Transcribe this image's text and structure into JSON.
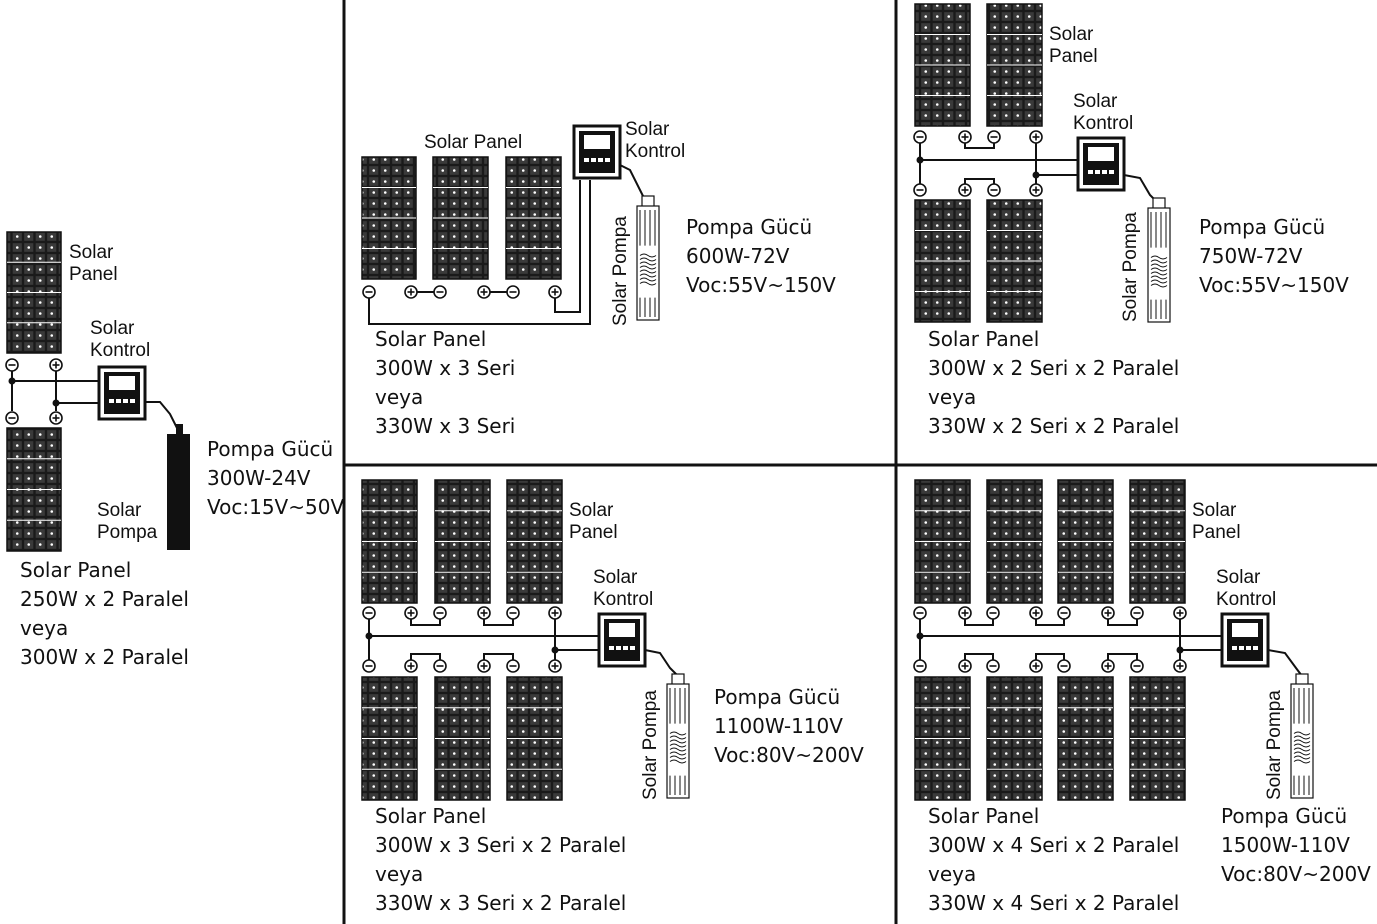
{
  "configs": [
    {
      "id": "c1",
      "panel_label": [
        "Solar",
        "Panel"
      ],
      "control_label": [
        "Solar",
        "Kontrol"
      ],
      "pump_label": [
        "Solar",
        "Pompa"
      ],
      "spec_title": "Pompa Gücü",
      "spec_power": "300W-24V",
      "spec_voc": "Voc:15V~50V",
      "caption": [
        "Solar Panel",
        "250W x 2 Paralel",
        "veya",
        "300W x 2 Paralel"
      ]
    },
    {
      "id": "c2",
      "panel_label": [
        "Solar Panel"
      ],
      "control_label": [
        "Solar",
        "Kontrol"
      ],
      "pump_label": [
        "Solar Pompa"
      ],
      "spec_title": "Pompa Gücü",
      "spec_power": "600W-72V",
      "spec_voc": "Voc:55V~150V",
      "caption": [
        "Solar Panel",
        "300W x 3 Seri",
        "veya",
        "330W x 3 Seri"
      ]
    },
    {
      "id": "c3",
      "panel_label": [
        "Solar",
        "Panel"
      ],
      "control_label": [
        "Solar",
        "Kontrol"
      ],
      "pump_label": [
        "Solar Pompa"
      ],
      "spec_title": "Pompa Gücü",
      "spec_power": "750W-72V",
      "spec_voc": "Voc:55V~150V",
      "caption": [
        "Solar Panel",
        "300W x 2 Seri x 2 Paralel",
        "veya",
        "330W x 2 Seri x 2 Paralel"
      ]
    },
    {
      "id": "c4",
      "panel_label": [
        "Solar",
        "Panel"
      ],
      "control_label": [
        "Solar",
        "Kontrol"
      ],
      "pump_label": [
        "Solar Pompa"
      ],
      "spec_title": "Pompa Gücü",
      "spec_power": "1100W-110V",
      "spec_voc": "Voc:80V~200V",
      "caption": [
        "Solar Panel",
        "300W x 3 Seri x 2 Paralel",
        "veya",
        "330W x 3 Seri x 2 Paralel"
      ]
    },
    {
      "id": "c5",
      "panel_label": [
        "Solar",
        "Panel"
      ],
      "control_label": [
        "Solar",
        "Kontrol"
      ],
      "pump_label": [
        "Solar Pompa"
      ],
      "spec_title": "Pompa Gücü",
      "spec_power": "1500W-110V",
      "spec_voc": "Voc:80V~200V",
      "caption": [
        "Solar Panel",
        "300W x 4 Seri x 2 Paralel",
        "veya",
        "330W x 4 Seri x 2 Paralel"
      ]
    }
  ],
  "colors": {
    "ink": "#111111",
    "panel": "#1a1a1a",
    "background": "#ffffff"
  }
}
